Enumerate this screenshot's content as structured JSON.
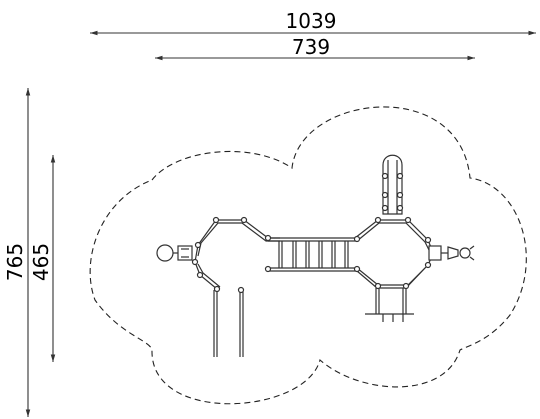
{
  "dimensions": {
    "overall_width": "1039",
    "equipment_width": "739",
    "overall_depth": "765",
    "equipment_depth": "465"
  }
}
